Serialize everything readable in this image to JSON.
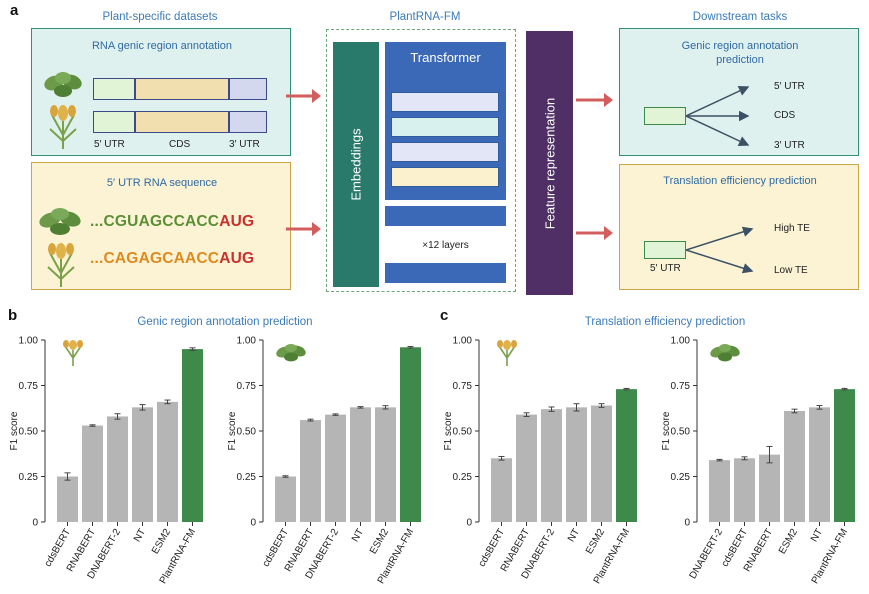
{
  "panel_labels": {
    "a": "a",
    "b": "b",
    "c": "c"
  },
  "panel_a": {
    "header_datasets": "Plant-specific datasets",
    "header_model": "PlantRNA-FM",
    "header_tasks": "Downstream tasks",
    "annotation_box_title": "RNA genic region annotation",
    "region_labels": {
      "utr5": "5′ UTR",
      "cds": "CDS",
      "utr3": "3′ UTR"
    },
    "utr_box_title": "5′ UTR RNA sequence",
    "seq1_prefix": "...CGUAGCCACC",
    "seq1_start": "AUG",
    "seq2_prefix": "...CAGAGCAACC",
    "seq2_start": "AUG",
    "embeddings_label": "Embeddings",
    "transformer_label": "Transformer",
    "layers_label": "×12 layers",
    "feature_label": "Feature representation",
    "task1_title": "Genic region annotation prediction",
    "task1_outputs": [
      "5′ UTR",
      "CDS",
      "3′ UTR"
    ],
    "task2_title": "Translation efficiency prediction",
    "task2_input": "5′ UTR",
    "task2_outputs": [
      "High TE",
      "Low TE"
    ],
    "colors": {
      "teal_box": "#dff1ee",
      "teal_border": "#2f8f77",
      "yellow_box": "#fbf3d4",
      "yellow_border": "#c9a646",
      "embed": "#2a7a6c",
      "transformer": "#3b69b8",
      "feature": "#4f2f66",
      "arrow": "#d35d5d",
      "seq_green": "#5a8f35",
      "seq_orange": "#e08a1e",
      "seq_red": "#c9302c"
    }
  },
  "panel_b_title": "Genic region annotation prediction",
  "panel_c_title": "Translation efficiency prediction",
  "chart_data": [
    {
      "type": "bar",
      "plant_icon": "rice-icon",
      "ylabel": "F1 score",
      "ylim": [
        0,
        1
      ],
      "yticks": [
        "0",
        "0.25",
        "0.50",
        "0.75",
        "1.00"
      ],
      "categories": [
        "cdsBERT",
        "RNABERT",
        "DNABERT-2",
        "NT",
        "ESM2",
        "PlantRNA-FM"
      ],
      "values": [
        0.25,
        0.53,
        0.58,
        0.63,
        0.66,
        0.95
      ],
      "errors": [
        0.02,
        0.004,
        0.015,
        0.015,
        0.01,
        0.007
      ],
      "highlight": "PlantRNA-FM"
    },
    {
      "type": "bar",
      "plant_icon": "arabidopsis-icon",
      "ylabel": "F1 score",
      "ylim": [
        0,
        1
      ],
      "yticks": [
        "0",
        "0.25",
        "0.50",
        "0.75",
        "1.00"
      ],
      "categories": [
        "cdsBERT",
        "RNABERT",
        "DNABERT-2",
        "NT",
        "ESM2",
        "PlantRNA-FM"
      ],
      "values": [
        0.25,
        0.56,
        0.59,
        0.63,
        0.63,
        0.96
      ],
      "errors": [
        0.004,
        0.005,
        0.004,
        0.004,
        0.009,
        0.004
      ],
      "highlight": "PlantRNA-FM"
    },
    {
      "type": "bar",
      "plant_icon": "rice-icon",
      "ylabel": "F1 score",
      "ylim": [
        0,
        1
      ],
      "yticks": [
        "0",
        "0.25",
        "0.50",
        "0.75",
        "1.00"
      ],
      "categories": [
        "cdsBERT",
        "RNABERT",
        "DNABERT-2",
        "NT",
        "ESM2",
        "PlantRNA-FM"
      ],
      "values": [
        0.35,
        0.59,
        0.62,
        0.63,
        0.64,
        0.73
      ],
      "errors": [
        0.01,
        0.01,
        0.012,
        0.02,
        0.01,
        0.004
      ],
      "highlight": "PlantRNA-FM"
    },
    {
      "type": "bar",
      "plant_icon": "arabidopsis-icon",
      "ylabel": "F1 score",
      "ylim": [
        0,
        1
      ],
      "yticks": [
        "0",
        "0.25",
        "0.50",
        "0.75",
        "1.00"
      ],
      "categories": [
        "DNABERT-2",
        "cdsBERT",
        "RNABERT",
        "ESM2",
        "NT",
        "PlantRNA-FM"
      ],
      "values": [
        0.34,
        0.35,
        0.37,
        0.61,
        0.63,
        0.73
      ],
      "errors": [
        0.004,
        0.008,
        0.045,
        0.01,
        0.01,
        0.004
      ],
      "highlight": "PlantRNA-FM"
    }
  ]
}
